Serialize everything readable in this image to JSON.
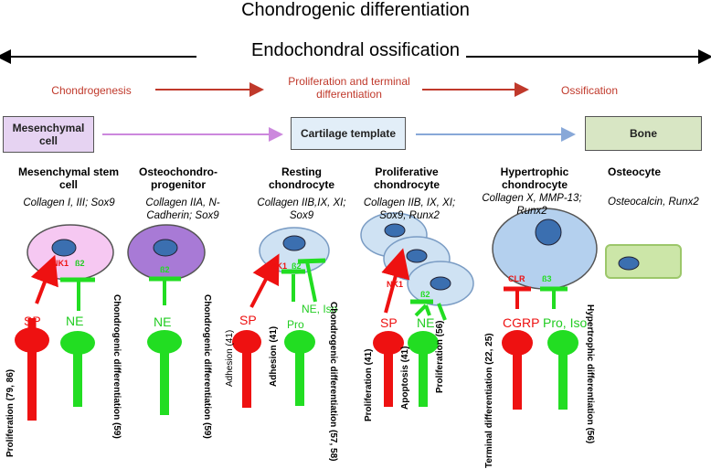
{
  "title": "Chondrogenic differentiation",
  "subtitle": "Endochondral ossification",
  "stages": {
    "chondrogenesis": "Chondrogenesis",
    "proliferation": "Proliferation and terminal differentiation",
    "ossification": "Ossification"
  },
  "boxes": {
    "mesenchymal": "Mesenchymal cell",
    "cartilage": "Cartilage template",
    "bone": "Bone"
  },
  "cells": [
    {
      "name": "Mesenchymal stem cell",
      "markers": "Collagen I, III; Sox9"
    },
    {
      "name": "Osteochondro-progenitor",
      "markers": "Collagen IIA, N-Cadherin; Sox9"
    },
    {
      "name": "Resting chondrocyte",
      "markers": "Collagen IIB,IX, XI;  Sox9"
    },
    {
      "name": "Proliferative chondrocyte",
      "markers": "Collagen IIB, IX, XI; Sox9, Runx2"
    },
    {
      "name": "Hypertrophic chondrocyte",
      "markers": "Collagen X, MMP-13; Runx2"
    },
    {
      "name": "Osteocyte",
      "markers": "Osteocalcin, Runx2"
    }
  ],
  "receptors": {
    "nk1": "NK1",
    "b2": "ß2",
    "b3": "ß3",
    "clr": "CLR"
  },
  "ligands": {
    "sp": "SP",
    "ne": "NE",
    "ne_iso": "NE, Iso",
    "pro": "Pro",
    "cgrp": "CGRP",
    "pro_iso": "Pro, Iso"
  },
  "effects": {
    "prolif_79_86": "Proliferation (79, 86)",
    "chondro_diff_59": "Chondrogenic differentiation (59)",
    "chondro_diff_59b": "Chondrogenic differentiation (59)",
    "adhesion_41_neg": "Adhesion (41)",
    "adhesion_41": "Adhesion (41)",
    "chondro_diff_57_58": "Chondrogenic differentiation (57, 58)",
    "prolif_41": "Proliferation (41)",
    "apoptosis_41": "Apoptosis (41)",
    "prolif_56": "Proliferation (56)",
    "terminal_22_25": "Terminal differentiation (22, 25)",
    "hyper_56": "Hypertrophic differentiation (56)"
  },
  "colors": {
    "red": "#ee1111",
    "green": "#22dd22",
    "darkred": "#c0392b",
    "mesenchymal_box": "#e6d3f2",
    "cartilage_box": "#e2eef8",
    "bone_box": "#d8e6c4"
  }
}
